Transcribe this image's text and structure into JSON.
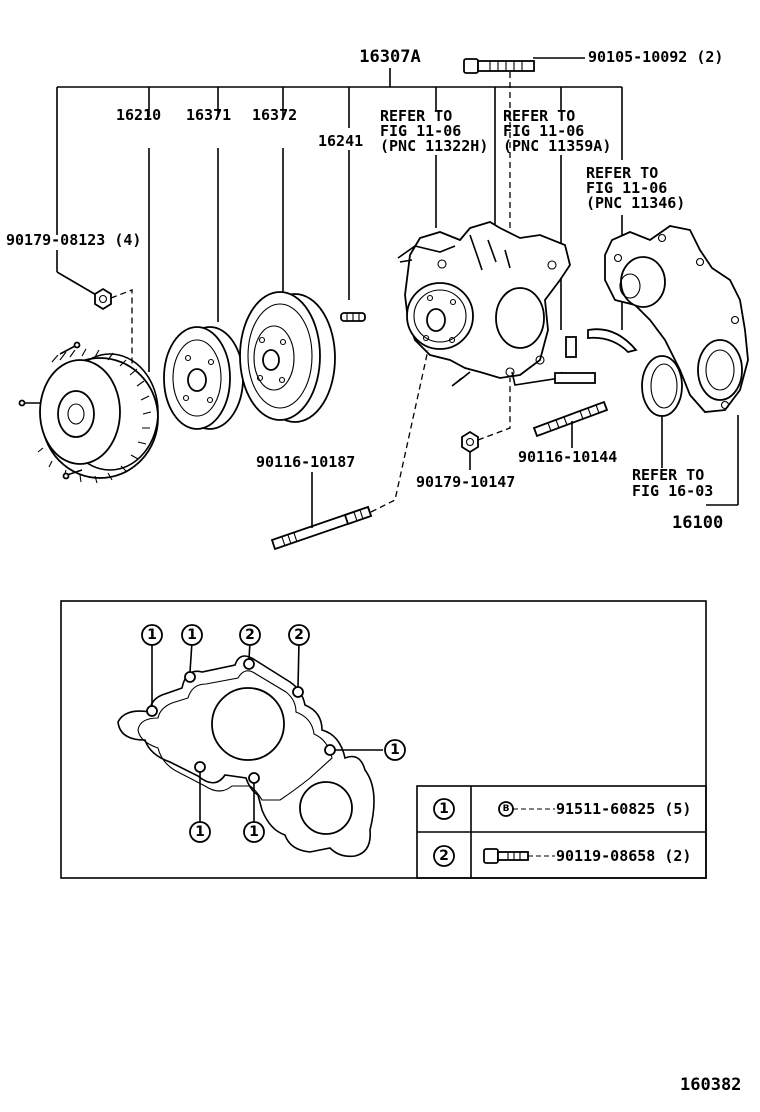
{
  "figure_id": "160382",
  "callouts": {
    "assy": "16307A",
    "fan_clutch": "16210",
    "pulley_a": "16371",
    "pulley_b": "16372",
    "stud": "16241",
    "nut_4": "90179-08123 (4)",
    "bolt_top": "90105-10092 (2)",
    "stud_long": "90116-10187",
    "stud_mid": "90116-10144",
    "nut_mid": "90179-10147",
    "water_pump": "16100"
  },
  "refs": {
    "ref1": [
      "REFER TO",
      "FIG 11-06",
      "(PNC 11322H)"
    ],
    "ref2": [
      "REFER TO",
      "FIG 11-06",
      "(PNC 11359A)"
    ],
    "ref3": [
      "REFER TO",
      "FIG 11-06",
      "(PNC 11346)"
    ],
    "ref4": [
      "REFER TO",
      "FIG 16-03"
    ]
  },
  "gasket_marks": [
    "1",
    "1",
    "2",
    "2",
    "1",
    "1",
    "1"
  ],
  "legend": {
    "rows": [
      {
        "mark": "1",
        "symbol": "B",
        "part": "91511-60825 (5)"
      },
      {
        "mark": "2",
        "symbol": "bolt-icon",
        "part": "90119-08658 (2)"
      }
    ]
  }
}
